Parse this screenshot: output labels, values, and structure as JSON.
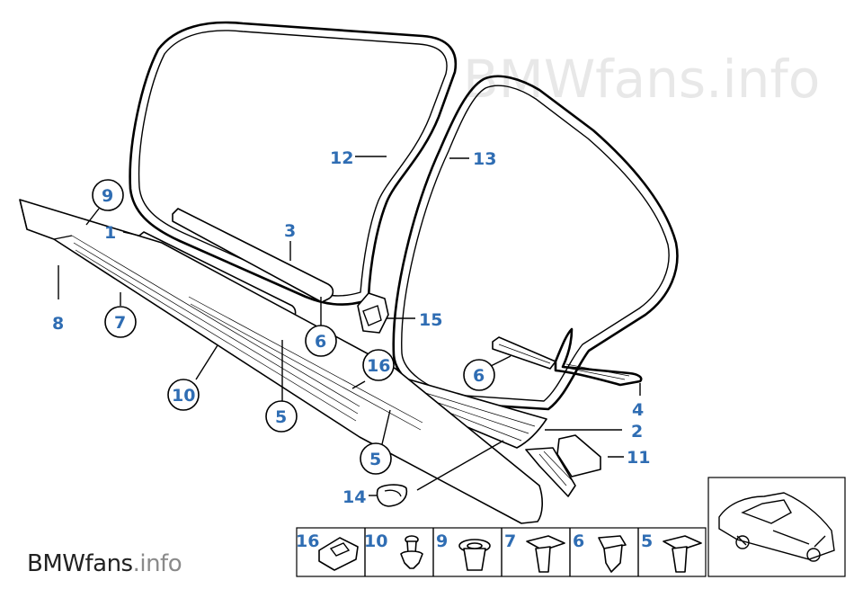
{
  "watermark": "BMWfans.info",
  "brand": {
    "bold": "BMWfans",
    "light": ".info"
  },
  "colors": {
    "callout": "#2f6db3",
    "line": "#000000",
    "watermark": "#e8e8e8"
  },
  "callouts": [
    "1",
    "2",
    "3",
    "4",
    "5",
    "5",
    "6",
    "6",
    "7",
    "8",
    "9",
    "10",
    "11",
    "12",
    "13",
    "14",
    "15",
    "16"
  ],
  "circled_callouts": [
    "9",
    "7",
    "10",
    "16",
    "5",
    "5",
    "6",
    "6"
  ],
  "legend_cells": [
    "16",
    "10",
    "9",
    "7",
    "6",
    "5"
  ]
}
